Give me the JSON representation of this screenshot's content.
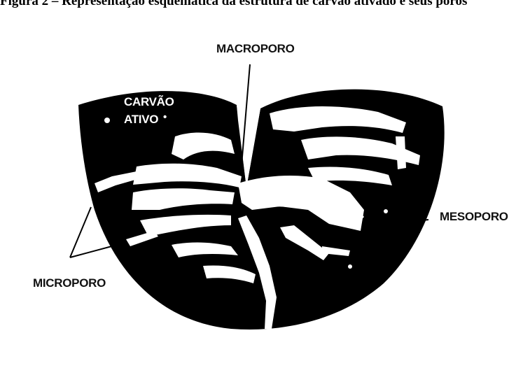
{
  "figure": {
    "caption_fragment": "Figura 2 – Representação esquemática da estrutura de carvão ativado e seus poros",
    "labels": {
      "carvao_line1": "CARVÃO",
      "carvao_line2": "ATIVO",
      "carvao_dot": "•",
      "macroporo": "MACROPORO",
      "mesoporo": "MESOPORO",
      "microporo": "MICROPORO"
    },
    "colors": {
      "granule_fill": "#000000",
      "pore_fill": "#ffffff",
      "label_text": "#111111",
      "background": "#ffffff"
    }
  }
}
